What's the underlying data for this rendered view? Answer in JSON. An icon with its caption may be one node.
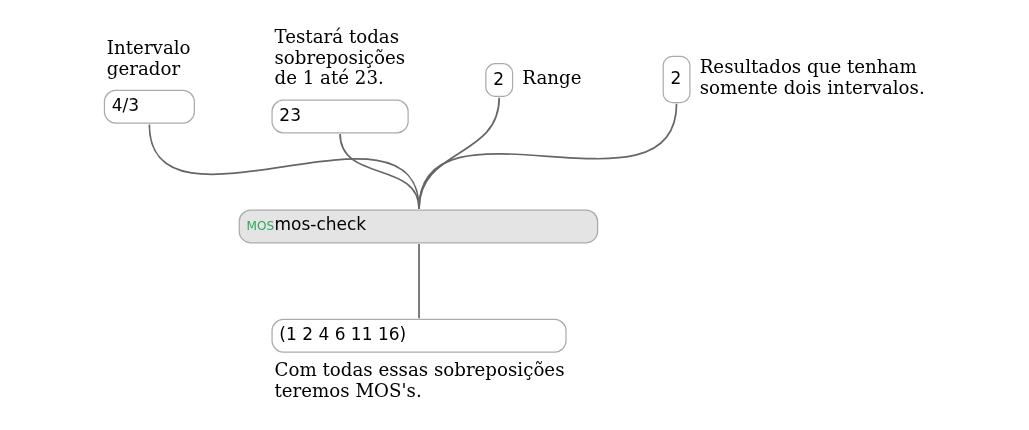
{
  "diagram": {
    "nodes": [
      {
        "text": [
          "4/3"
        ],
        "beside": [
          "Intervalo gerador"
        ]
      },
      {
        "text": [
          "23"
        ],
        "beside": [
          "Testará todas sobreposições de 1 até 23."
        ]
      },
      {
        "text": [
          "2"
        ],
        "beside": [
          "Range"
        ]
      },
      {
        "text": [
          "2"
        ],
        "beside": [
          "Resultados que tenham somente dois intervalos."
        ]
      },
      {
        "text": [
          "MOS",
          "mos-check"
        ]
      },
      {
        "text": [
          "(1 2 4 6 11 16)"
        ],
        "beside": [
          "Com todas essas sobreposições teremos MOS's."
        ]
      }
    ],
    "edges": [
      {
        "from": 0,
        "to": 4,
        "arrow": "none"
      },
      {
        "from": 1,
        "to": 4,
        "arrow": "none"
      },
      {
        "from": 2,
        "to": 4,
        "arrow": "none"
      },
      {
        "from": 3,
        "to": 4,
        "arrow": "none"
      },
      {
        "from": 4,
        "to": 5,
        "arrow": "none"
      }
    ]
  }
}
